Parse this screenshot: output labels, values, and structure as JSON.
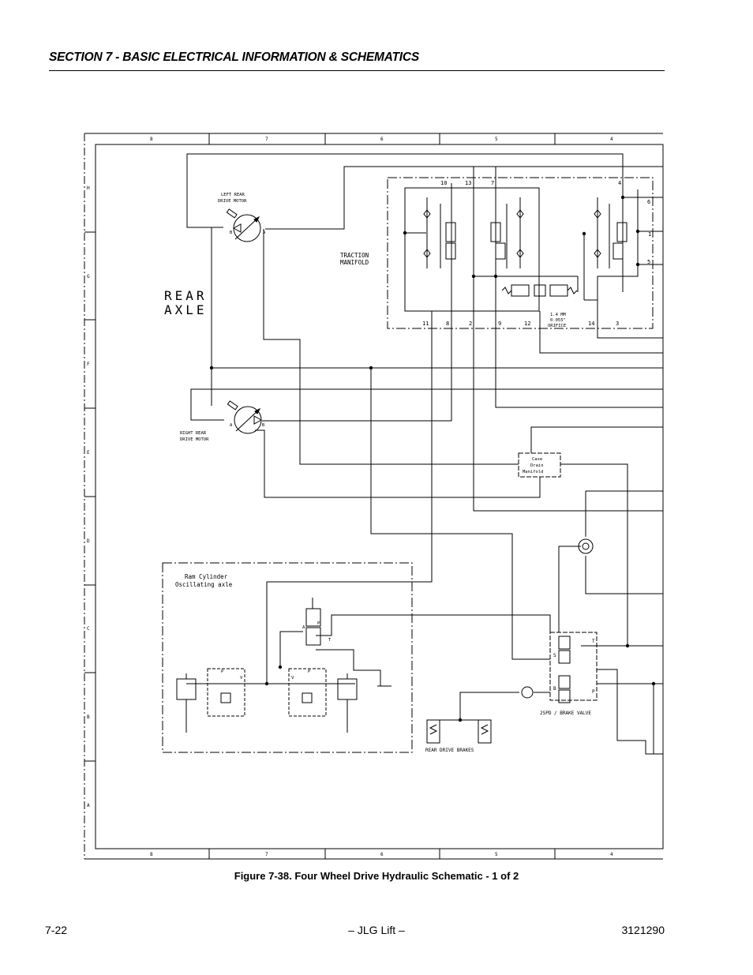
{
  "header": {
    "section_title": "SECTION 7 - BASIC ELECTRICAL INFORMATION & SCHEMATICS"
  },
  "schematic": {
    "grid_columns_top": [
      "8",
      "7",
      "6",
      "5",
      "4"
    ],
    "grid_columns_bottom": [
      "8",
      "7",
      "6",
      "5",
      "4"
    ],
    "grid_rows": [
      "H",
      "G",
      "F",
      "E",
      "D",
      "C",
      "B",
      "A"
    ],
    "labels": {
      "rear_axle_1": "REAR",
      "rear_axle_2": "AXLE",
      "left_motor_1": "LEFT REAR",
      "left_motor_2": "DRIVE MOTOR",
      "right_motor_1": "RIGHT REAR",
      "right_motor_2": "DRIVE MOTOR",
      "traction_1": "TRACTION",
      "traction_2": "MANIFOLD",
      "case_drain_1": "Case",
      "case_drain_2": "Drain",
      "case_drain_3": "Manifold",
      "ram_1": "Ram Cylinder",
      "ram_2": "Oscillating axle",
      "orifice_1": "1.4 MM",
      "orifice_2": "0.055\"",
      "orifice_3": "ORIFICE",
      "rear_brakes": "REAR DRIVE BRAKES",
      "spd_brake": "2SPD / BRAKE VALVE",
      "port_a": "A",
      "port_b": "B",
      "port_p": "P",
      "port_v": "V",
      "port_t": "T",
      "port_s": "S"
    },
    "manifold_ports_top": [
      "10",
      "13",
      "7",
      "4"
    ],
    "manifold_ports_bottom": [
      "11",
      "8",
      "2",
      "9",
      "12",
      "14",
      "3"
    ],
    "manifold_ports_right": [
      "6",
      "1",
      "5"
    ]
  },
  "caption": "Figure 7-38.  Four Wheel Drive Hydraulic Schematic - 1 of 2",
  "footer": {
    "page_number": "7-22",
    "brand": "– JLG Lift –",
    "doc_number": "3121290"
  }
}
